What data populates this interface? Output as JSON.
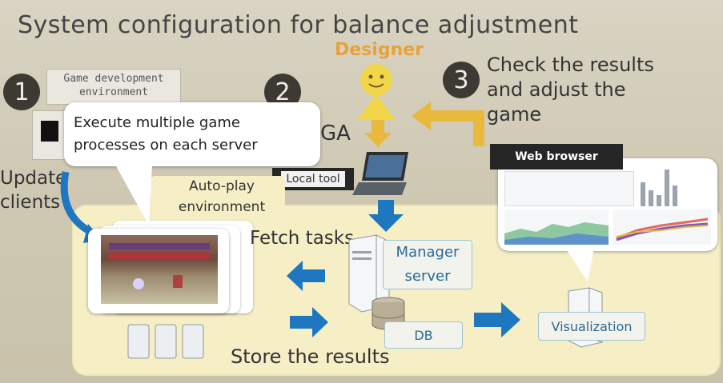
{
  "slide": {
    "title": "System configuration for balance adjustment",
    "designer_label": "Designer",
    "steps": [
      {
        "number": "1",
        "label": "Game development environment"
      },
      {
        "number": "2",
        "label": "GA"
      },
      {
        "number": "3",
        "label": "Check the results and adjust the game"
      }
    ],
    "callouts": {
      "execute": "Execute multiple game processes on each server",
      "web_browser": "Web browser"
    },
    "labels": {
      "update_clients": "Update clients",
      "auto_play": "Auto-play environment",
      "fetch_tasks": "Fetch tasks",
      "store_results": "Store the results",
      "local_tool": "Local tool",
      "manager_server": "Manager server",
      "db": "DB",
      "visualization": "Visualization"
    }
  },
  "colors": {
    "blue_arrow": "#1f78bf",
    "gold_arrow": "#e8b93c",
    "step_circle": "#3d3a34",
    "panel_fill": "#f6efc6",
    "designer_text": "#e8a23a"
  },
  "icons": [
    "designer-icon",
    "laptop-icon",
    "server-icon",
    "database-icon",
    "browser-window-icon"
  ]
}
